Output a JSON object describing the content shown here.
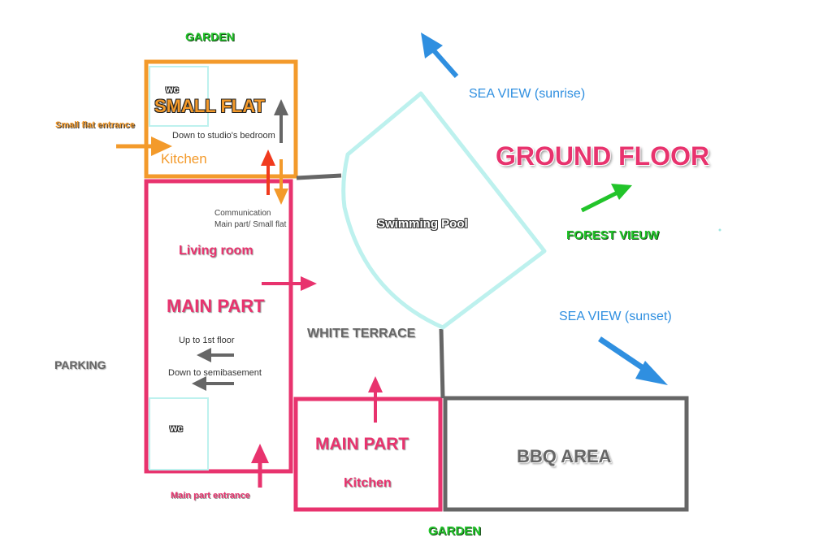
{
  "title": "GROUND FLOOR",
  "labels": {
    "garden_top": "GARDEN",
    "garden_bottom": "GARDEN",
    "wc_small": "wc",
    "small_flat": "SMALL FLAT",
    "down_to_studio": "Down to studio's bedroom",
    "kitchen_small": "Kitchen",
    "small_flat_entrance": "Small flat entrance",
    "communication_line1": "Communication",
    "communication_line2": "Main part/ Small flat",
    "living_room": "Living room",
    "main_part_left": "MAIN PART",
    "up_to_1st_floor": "Up to 1st floor",
    "down_to_semibasement": "Down to semibasement",
    "wc_main": "wc",
    "main_part_entrance": "Main part entrance",
    "parking": "PARKING",
    "white_terrace": "WHITE TERRACE",
    "swimming_pool": "Swimming Pool",
    "sea_view_sunrise": "SEA VIEW (sunrise)",
    "forest_view": "FOREST VIEUW",
    "sea_view_sunset": "SEA VIEW (sunset)",
    "main_part_kitchen": "MAIN PART",
    "kitchen_main": "Kitchen",
    "bbq_area": "BBQ AREA"
  },
  "colors": {
    "orange": "#F39A2B",
    "pink": "#E8336E",
    "cyan": "#BDF1EE",
    "gray": "#666666",
    "blue": "#2F8FE0",
    "green": "#22C42A",
    "red": "#F03A1E"
  }
}
